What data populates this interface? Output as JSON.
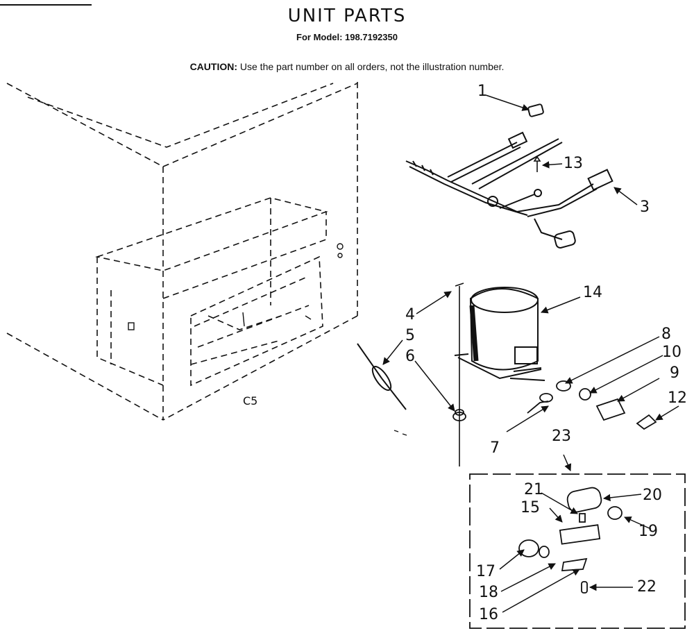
{
  "header": {
    "title": "UNIT PARTS",
    "model": "For Model: 198.7192350",
    "caution_label": "CAUTION:",
    "caution_text": " Use the part number on all orders, not the illustration number."
  },
  "cabinet_label": "C5",
  "callouts": {
    "p1": "1",
    "p3": "3",
    "p4": "4",
    "p5": "5",
    "p6": "6",
    "p7": "7",
    "p8": "8",
    "p9": "9",
    "p10": "10",
    "p12": "12",
    "p13": "13",
    "p14": "14",
    "p15": "15",
    "p16": "16",
    "p17": "17",
    "p18": "18",
    "p19": "19",
    "p20": "20",
    "p21": "21",
    "p22": "22",
    "p23": "23"
  }
}
